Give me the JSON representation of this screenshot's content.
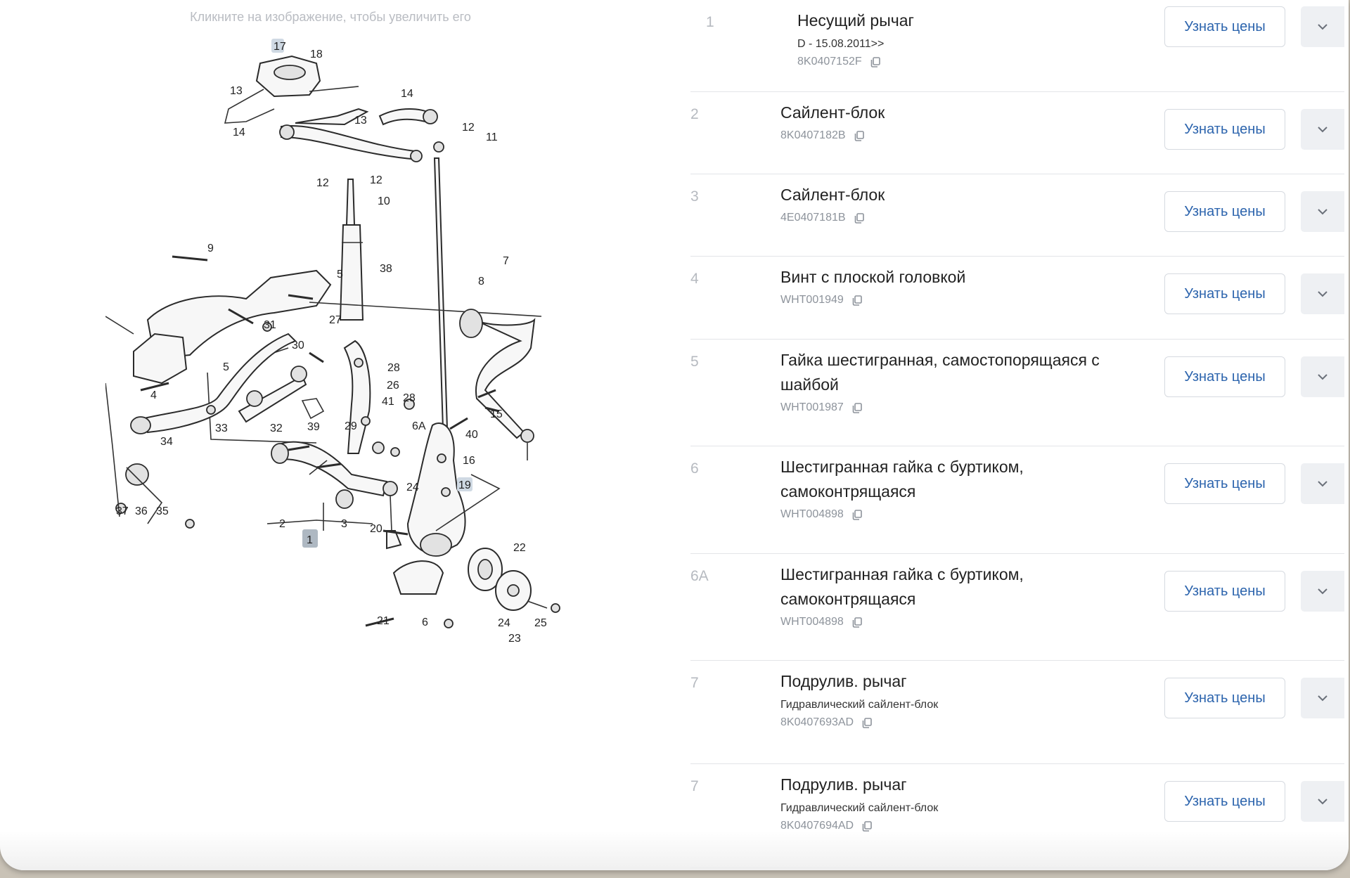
{
  "diagram": {
    "hint": "Кликните на изображение, чтобы увеличить его",
    "callouts": [
      "17",
      "18",
      "13",
      "14",
      "13",
      "14",
      "12",
      "11",
      "12",
      "12",
      "10",
      "9",
      "5",
      "38",
      "7",
      "8",
      "31",
      "30",
      "27",
      "28",
      "5",
      "4",
      "26",
      "41",
      "28",
      "33",
      "32",
      "39",
      "29",
      "6A",
      "15",
      "34",
      "40",
      "16",
      "19",
      "24",
      "37",
      "36",
      "35",
      "2",
      "1",
      "3",
      "20",
      "22",
      "21",
      "6",
      "24",
      "25",
      "23"
    ],
    "highlighted": [
      "1",
      "17",
      "19"
    ]
  },
  "parts": [
    {
      "pos": "1",
      "name": "Несущий рычаг",
      "note": "D - 15.08.2011>>",
      "code": "8K0407152F"
    },
    {
      "pos": "2",
      "name": "Сайлент-блок",
      "note": "",
      "code": "8K0407182B"
    },
    {
      "pos": "3",
      "name": "Сайлент-блок",
      "note": "",
      "code": "4E0407181B"
    },
    {
      "pos": "4",
      "name": "Винт с плоской головкой",
      "note": "",
      "code": "WHT001949"
    },
    {
      "pos": "5",
      "name": "Гайка шестигранная, самостопорящаяся с шайбой",
      "note": "",
      "code": "WHT001987"
    },
    {
      "pos": "6",
      "name": "Шестигранная гайка с буртиком, самоконтрящаяся",
      "note": "",
      "code": "WHT004898"
    },
    {
      "pos": "6A",
      "name": "Шестигранная гайка с буртиком, самоконтрящаяся",
      "note": "",
      "code": "WHT004898"
    },
    {
      "pos": "7",
      "name": "Подрулив. рычаг",
      "note": "Гидравлический сайлент-блок",
      "code": "8K0407693AD"
    },
    {
      "pos": "7",
      "name": "Подрулив. рычаг",
      "note": "Гидравлический сайлент-блок",
      "code": "8K0407694AD"
    }
  ],
  "buttons": {
    "price_label": "Узнать цены"
  },
  "icons": {
    "copy": "copy-icon",
    "expand": "chevron-down-icon"
  },
  "colors": {
    "accent": "#2c64ad",
    "position_number": "#b6bac0",
    "code": "#8d939b"
  }
}
